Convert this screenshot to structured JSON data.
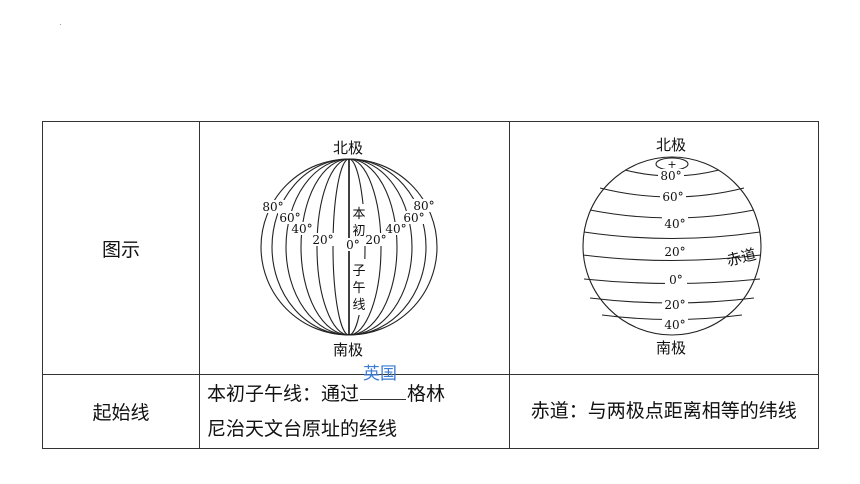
{
  "table": {
    "row1_header": "图示",
    "row2_header": "起始线",
    "meridian_text_part1": "本初子午线：通过",
    "meridian_blank_answer": "英国",
    "meridian_text_part2": "格林",
    "meridian_text_line2": "尼治天文台原址的经线",
    "equator_text": "赤道：与两极点距离相等的纬线"
  },
  "meridian_diagram": {
    "north_label": "北极",
    "south_label": "南极",
    "prime_meridian_chars": [
      "本",
      "初",
      "子",
      "午",
      "线"
    ],
    "zero_label": "0°",
    "left_labels": [
      "80°",
      "60°",
      "40°",
      "20°"
    ],
    "right_labels": [
      "20°",
      "40°",
      "60°",
      "80°"
    ]
  },
  "latitude_diagram": {
    "north_label": "北极",
    "south_label": "南极",
    "equator_label": "赤道",
    "north_labels": [
      "80°",
      "60°",
      "40°",
      "20°"
    ],
    "zero_label": "0°",
    "south_labels": [
      "20°",
      "40°"
    ],
    "pole_mark": "+"
  }
}
